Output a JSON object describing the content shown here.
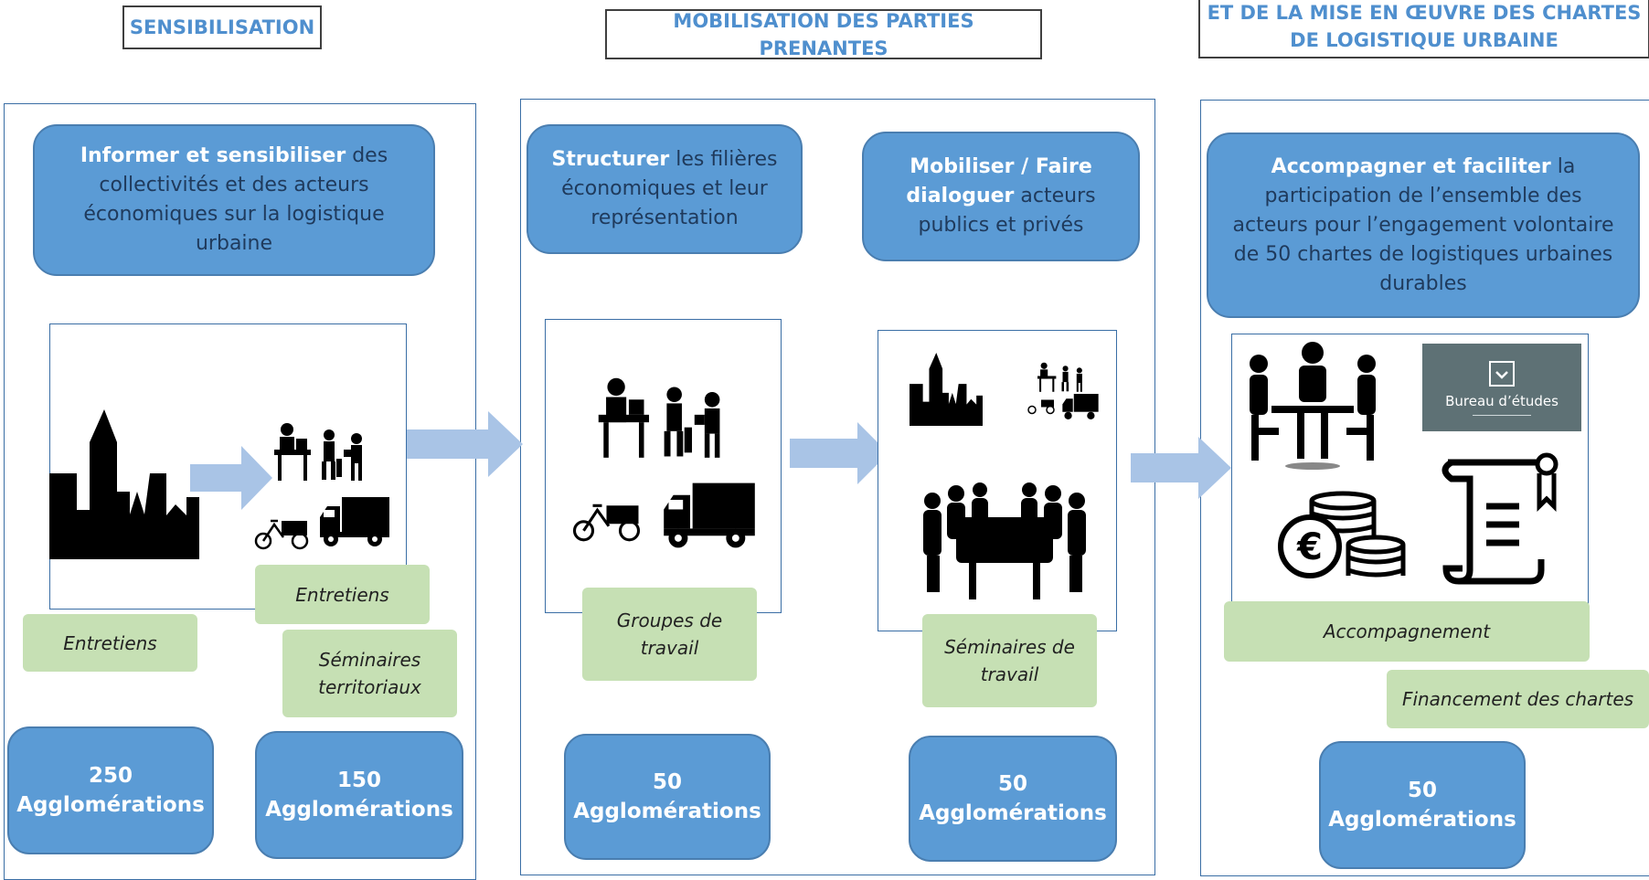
{
  "headers": {
    "sensibilisation": "SENSIBILISATION",
    "mobilisation": "MOBILISATION DES PARTIES PRENANTES",
    "chartes": "ET DE LA MISE EN ŒUVRE DES CHARTES\nDE LOGISTIQUE URBAINE"
  },
  "col1": {
    "box_bold": "Informer et sensibiliser",
    "box_rest": " des collectivités et des acteurs économiques sur la logistique urbaine",
    "tag_entretiens_left": "Entretiens",
    "tag_entretiens_right": "Entretiens",
    "tag_seminaires": "Séminaires territoriaux",
    "count1_number": "250",
    "count1_label": "Agglomérations",
    "count2_number": "150",
    "count2_label": "Agglomérations"
  },
  "col2": {
    "box1_bold": "Structurer",
    "box1_rest": " les filières économiques et leur représentation",
    "box2_bold": "Mobiliser / Faire dialoguer",
    "box2_rest": " acteurs publics et privés",
    "tag_groupes": "Groupes de travail",
    "tag_seminaires": "Séminaires de travail",
    "count1_number": "50",
    "count1_label": "Agglomérations",
    "count2_number": "50",
    "count2_label": "Agglomérations"
  },
  "col3": {
    "box_bold": "Accompagner et faciliter",
    "box_rest": " la participation de l’ensemble des acteurs pour l’engagement volontaire de 50 chartes de logistiques urbaines durables",
    "bureau_label": "Bureau d’études",
    "tag_accompagnement": "Accompagnement",
    "tag_financement": "Financement des chartes",
    "count_number": "50",
    "count_label": "Agglomérations"
  },
  "colors": {
    "blue_box": "#5b9bd5",
    "green_tag": "#c6e0b4",
    "arrow": "#a9c4e6",
    "header_text": "#4f8fce",
    "panel_border": "#3a6ea5"
  },
  "icons": [
    "city-skyline-icon",
    "workers-icon",
    "cargo-bike-icon",
    "delivery-truck-icon",
    "meeting-table-icon",
    "negotiation-icon",
    "coins-euro-icon",
    "charter-scroll-icon",
    "check-icon"
  ]
}
